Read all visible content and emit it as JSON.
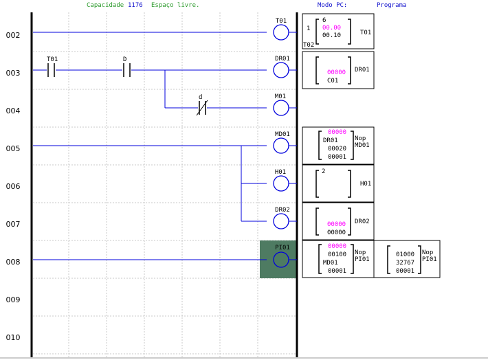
{
  "header": {
    "capacity_label": "Capacidade",
    "capacity_value": "1176",
    "free_label": "Espaço livre.",
    "mode_label": "Modo PC:",
    "mode_value": "Programa"
  },
  "rows": [
    "002",
    "003",
    "004",
    "005",
    "006",
    "007",
    "008",
    "009",
    "010"
  ],
  "contacts": {
    "t01": "T01",
    "d_upper": "D",
    "d_lower": "d"
  },
  "coils": {
    "t01": "T01",
    "dr01": "DR01",
    "m01": "M01",
    "md01": "MD01",
    "h01": "H01",
    "dr02": "DR02",
    "pi01": "PI01"
  },
  "blocks": {
    "timer": {
      "one": "1",
      "top": "6",
      "preset": "00.00",
      "value": "00.10",
      "label": "T01",
      "reset": "T02"
    },
    "dr01": {
      "value": "00000",
      "ref": "C01",
      "label": "DR01"
    },
    "md01": {
      "value": "00000",
      "src": "DR01",
      "v2": "00020",
      "v3": "00001",
      "nop": "Nop",
      "label": "MD01"
    },
    "h01": {
      "top": "2",
      "label": "H01"
    },
    "dr02": {
      "value": "00000",
      "v2": "00000",
      "label": "DR02"
    },
    "pi01a": {
      "value": "00000",
      "v2": "00100",
      "src": "MD01",
      "v3": "00001",
      "nop": "Nop",
      "label": "PI01"
    },
    "pi01b": {
      "v1": "01000",
      "v2": "32767",
      "v3": "00001",
      "nop": "Nop",
      "label": "PI01"
    }
  },
  "colors": {
    "wire": "#0000dd",
    "value": "#ff00ff",
    "header_green": "#2b9a2b",
    "header_blue": "#1010cc",
    "selected_fill": "#4e7b62"
  }
}
